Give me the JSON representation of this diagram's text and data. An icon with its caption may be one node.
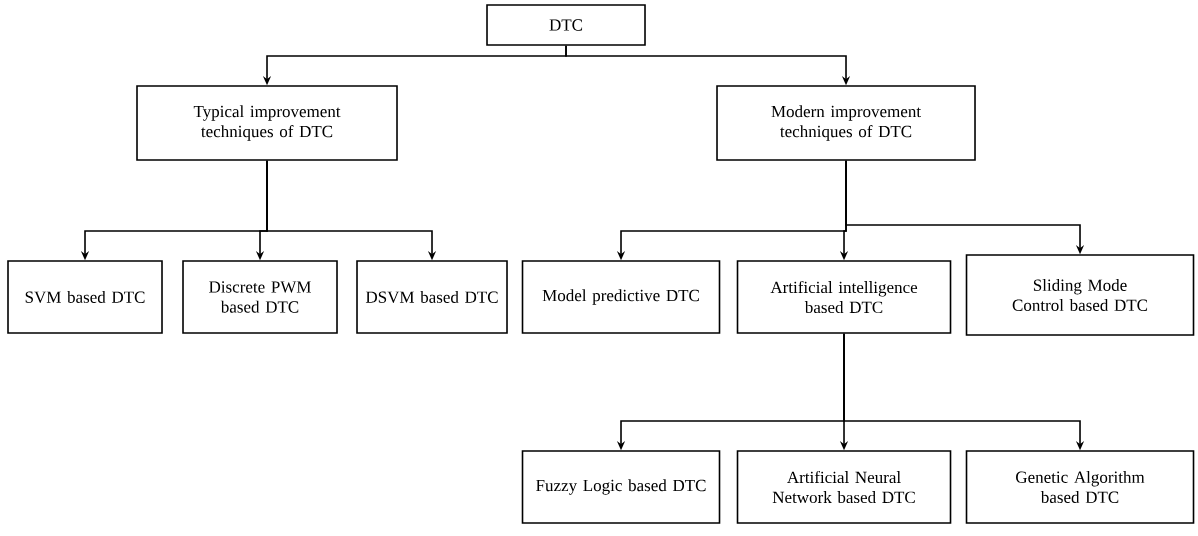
{
  "diagram": {
    "nodes": [
      {
        "text": [
          "DTC"
        ]
      },
      {
        "text": [
          "Typical improvement techniques of DTC"
        ]
      },
      {
        "text": [
          "Modern improvement techniques of DTC"
        ]
      },
      {
        "text": [
          "SVM based DTC"
        ]
      },
      {
        "text": [
          "Discrete PWM based DTC"
        ]
      },
      {
        "text": [
          "DSVM based DTC"
        ]
      },
      {
        "text": [
          "Model predictive DTC"
        ]
      },
      {
        "text": [
          "Artificial intelligence based DTC"
        ]
      },
      {
        "text": [
          "Sliding Mode Control based DTC"
        ]
      },
      {
        "text": [
          "Fuzzy Logic based DTC"
        ]
      },
      {
        "text": [
          "Artificial Neural Network based DTC"
        ]
      },
      {
        "text": [
          "Genetic Algorithm based DTC"
        ]
      }
    ],
    "edges": [
      {
        "from": 0,
        "to": 1,
        "arrow": "to"
      },
      {
        "from": 0,
        "to": 2,
        "arrow": "to"
      },
      {
        "from": 1,
        "to": 3,
        "arrow": "to"
      },
      {
        "from": 1,
        "to": 4,
        "arrow": "to"
      },
      {
        "from": 1,
        "to": 5,
        "arrow": "to"
      },
      {
        "from": 2,
        "to": 6,
        "arrow": "to"
      },
      {
        "from": 2,
        "to": 7,
        "arrow": "to"
      },
      {
        "from": 2,
        "to": 8,
        "arrow": "to"
      },
      {
        "from": 7,
        "to": 9,
        "arrow": "to"
      },
      {
        "from": 7,
        "to": 10,
        "arrow": "to"
      },
      {
        "from": 7,
        "to": 11,
        "arrow": "to"
      }
    ]
  }
}
